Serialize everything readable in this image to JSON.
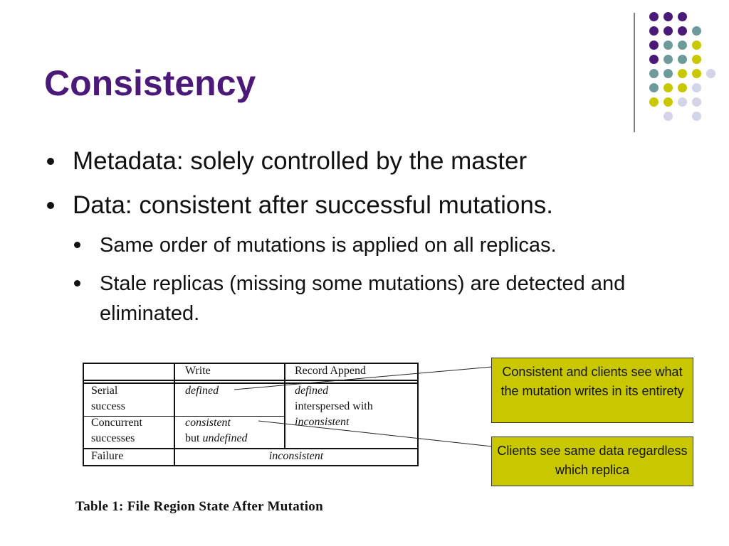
{
  "slide": {
    "title": "Consistency",
    "bullets": [
      "Metadata: solely controlled by the master",
      "Data: consistent after successful mutations."
    ],
    "sub_bullets": [
      "Same order of mutations is applied on all replicas.",
      "Stale replicas (missing some mutations) are detected and eliminated."
    ]
  },
  "table": {
    "headers": [
      "",
      "Write",
      "Record Append"
    ],
    "rows": [
      {
        "label": [
          "Serial",
          "success"
        ],
        "write": [
          "defined"
        ],
        "append": [
          "defined",
          "interspersed with",
          "inconsistent"
        ]
      },
      {
        "label": [
          "Concurrent",
          "successes"
        ],
        "write": [
          "consistent",
          "but",
          "undefined"
        ]
      },
      {
        "label": [
          "Failure"
        ],
        "merged": "inconsistent"
      }
    ],
    "caption": "Table 1:  File Region State After Mutation"
  },
  "callouts": [
    "Consistent and clients see what the mutation writes in its entirety",
    "Clients see same data regardless which replica"
  ],
  "colors": {
    "title": "#4b1a78",
    "dot_purple": "#4b1a78",
    "dot_teal": "#6f9a9a",
    "dot_yellow": "#c9c800",
    "dot_lavender": "#d4d4e8",
    "callout_bg": "#c9c800"
  }
}
